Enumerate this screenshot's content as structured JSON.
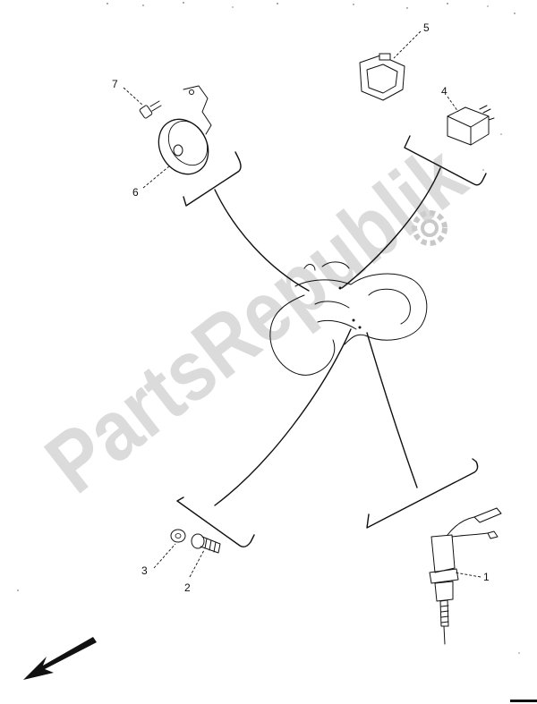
{
  "watermark": {
    "text": "PartsRepublik"
  },
  "callouts": [
    {
      "id": "1",
      "label": "1"
    },
    {
      "id": "2",
      "label": "2"
    },
    {
      "id": "3",
      "label": "3"
    },
    {
      "id": "4",
      "label": "4"
    },
    {
      "id": "5",
      "label": "5"
    },
    {
      "id": "6",
      "label": "6"
    },
    {
      "id": "7",
      "label": "7"
    }
  ]
}
